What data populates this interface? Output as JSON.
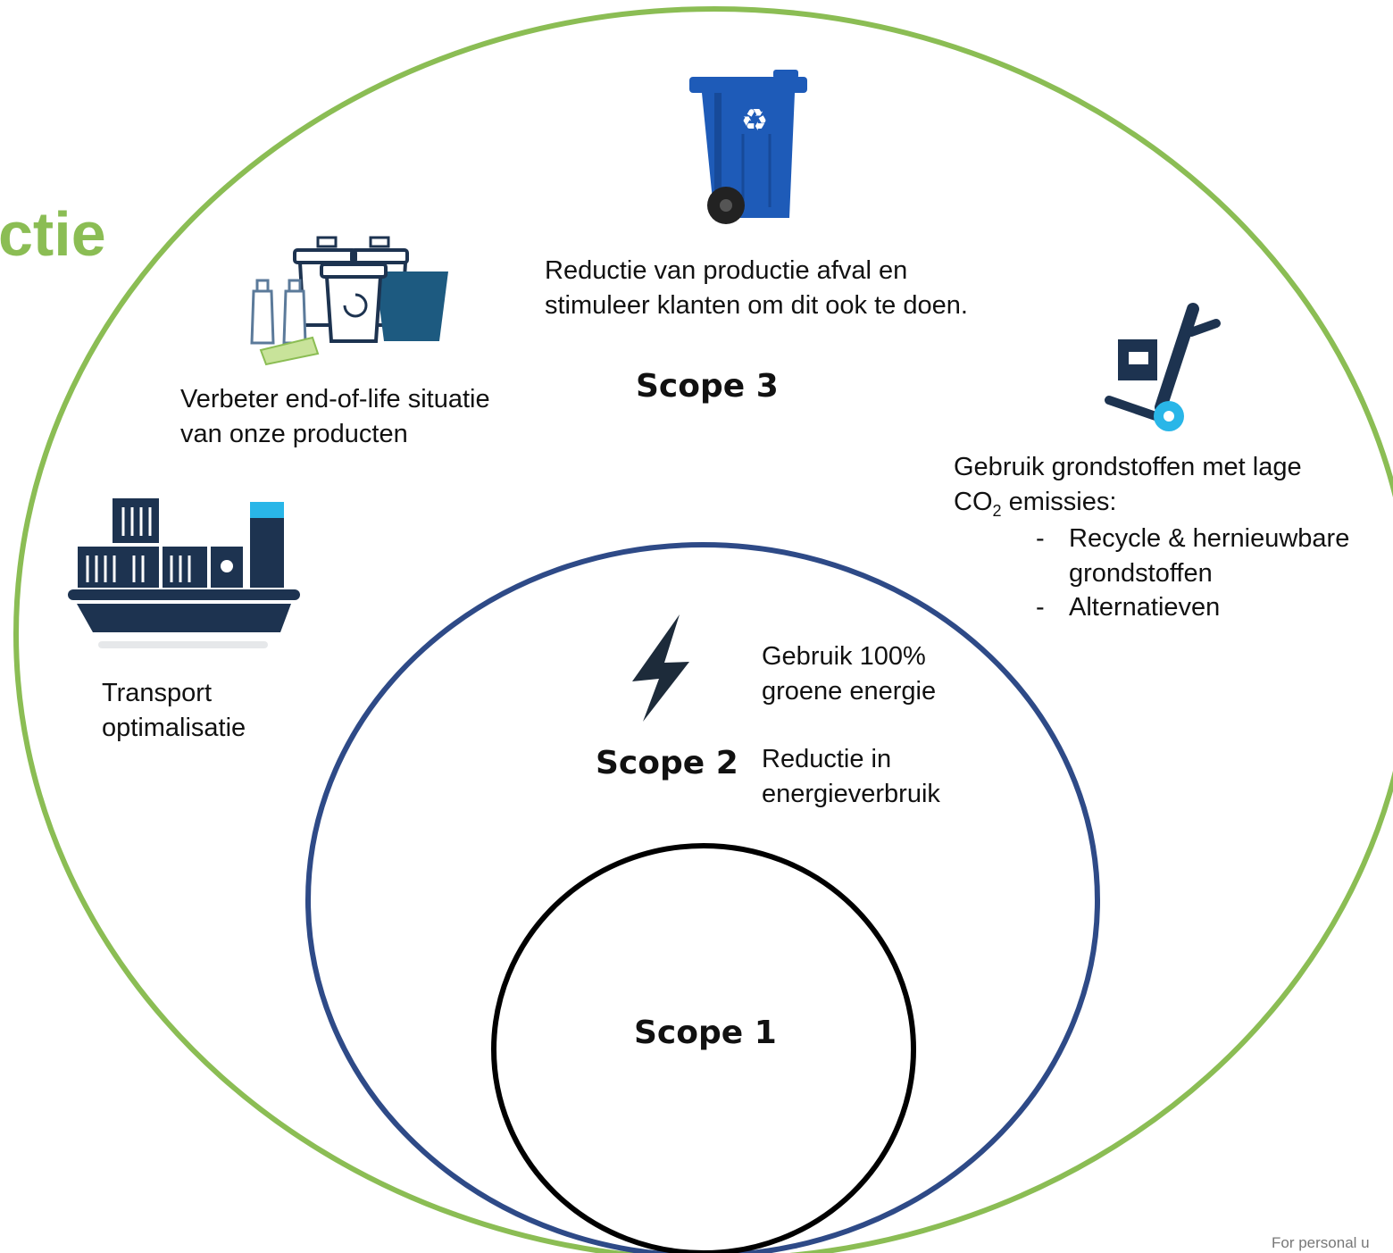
{
  "title_fragment": "ctie",
  "colors": {
    "scope3_ring": "#8bbd54",
    "scope2_ring": "#2e4a87",
    "scope1_ring": "#000000",
    "title": "#8bbd54",
    "icon_dark": "#1d3350",
    "icon_accent": "#29b6e8",
    "bin_blue": "#1e5bb8"
  },
  "scopes": {
    "scope3": {
      "label": "Scope 3"
    },
    "scope2": {
      "label": "Scope 2"
    },
    "scope1": {
      "label": "Scope 1"
    }
  },
  "scope3_items": {
    "waste": {
      "icon": "recycle-bin-icon",
      "line1": "Reductie van productie afval en",
      "line2": "stimuleer klanten om dit ook te doen."
    },
    "end_of_life": {
      "icon": "waste-containers-icon",
      "line1": "Verbeter end-of-life situatie",
      "line2": "van onze producten"
    },
    "raw_materials": {
      "icon": "hand-truck-icon",
      "line1": "Gebruik grondstoffen met lage",
      "co2_prefix": "CO",
      "co2_sub": "2",
      "co2_suffix": " emissies:",
      "bullet_mark": "-",
      "bullets": [
        "Recycle & hernieuwbare",
        "grondstoffen",
        "Alternatieven"
      ]
    },
    "transport": {
      "icon": "cargo-ship-icon",
      "line1": "Transport",
      "line2": "optimalisatie"
    }
  },
  "scope2_items": {
    "icon": "lightning-bolt-icon",
    "green_energy": {
      "line1": "Gebruik 100%",
      "line2": "groene energie"
    },
    "energy_reduction": {
      "line1": "Reductie in",
      "line2": "energieverbruik"
    }
  },
  "footer": "For personal u"
}
